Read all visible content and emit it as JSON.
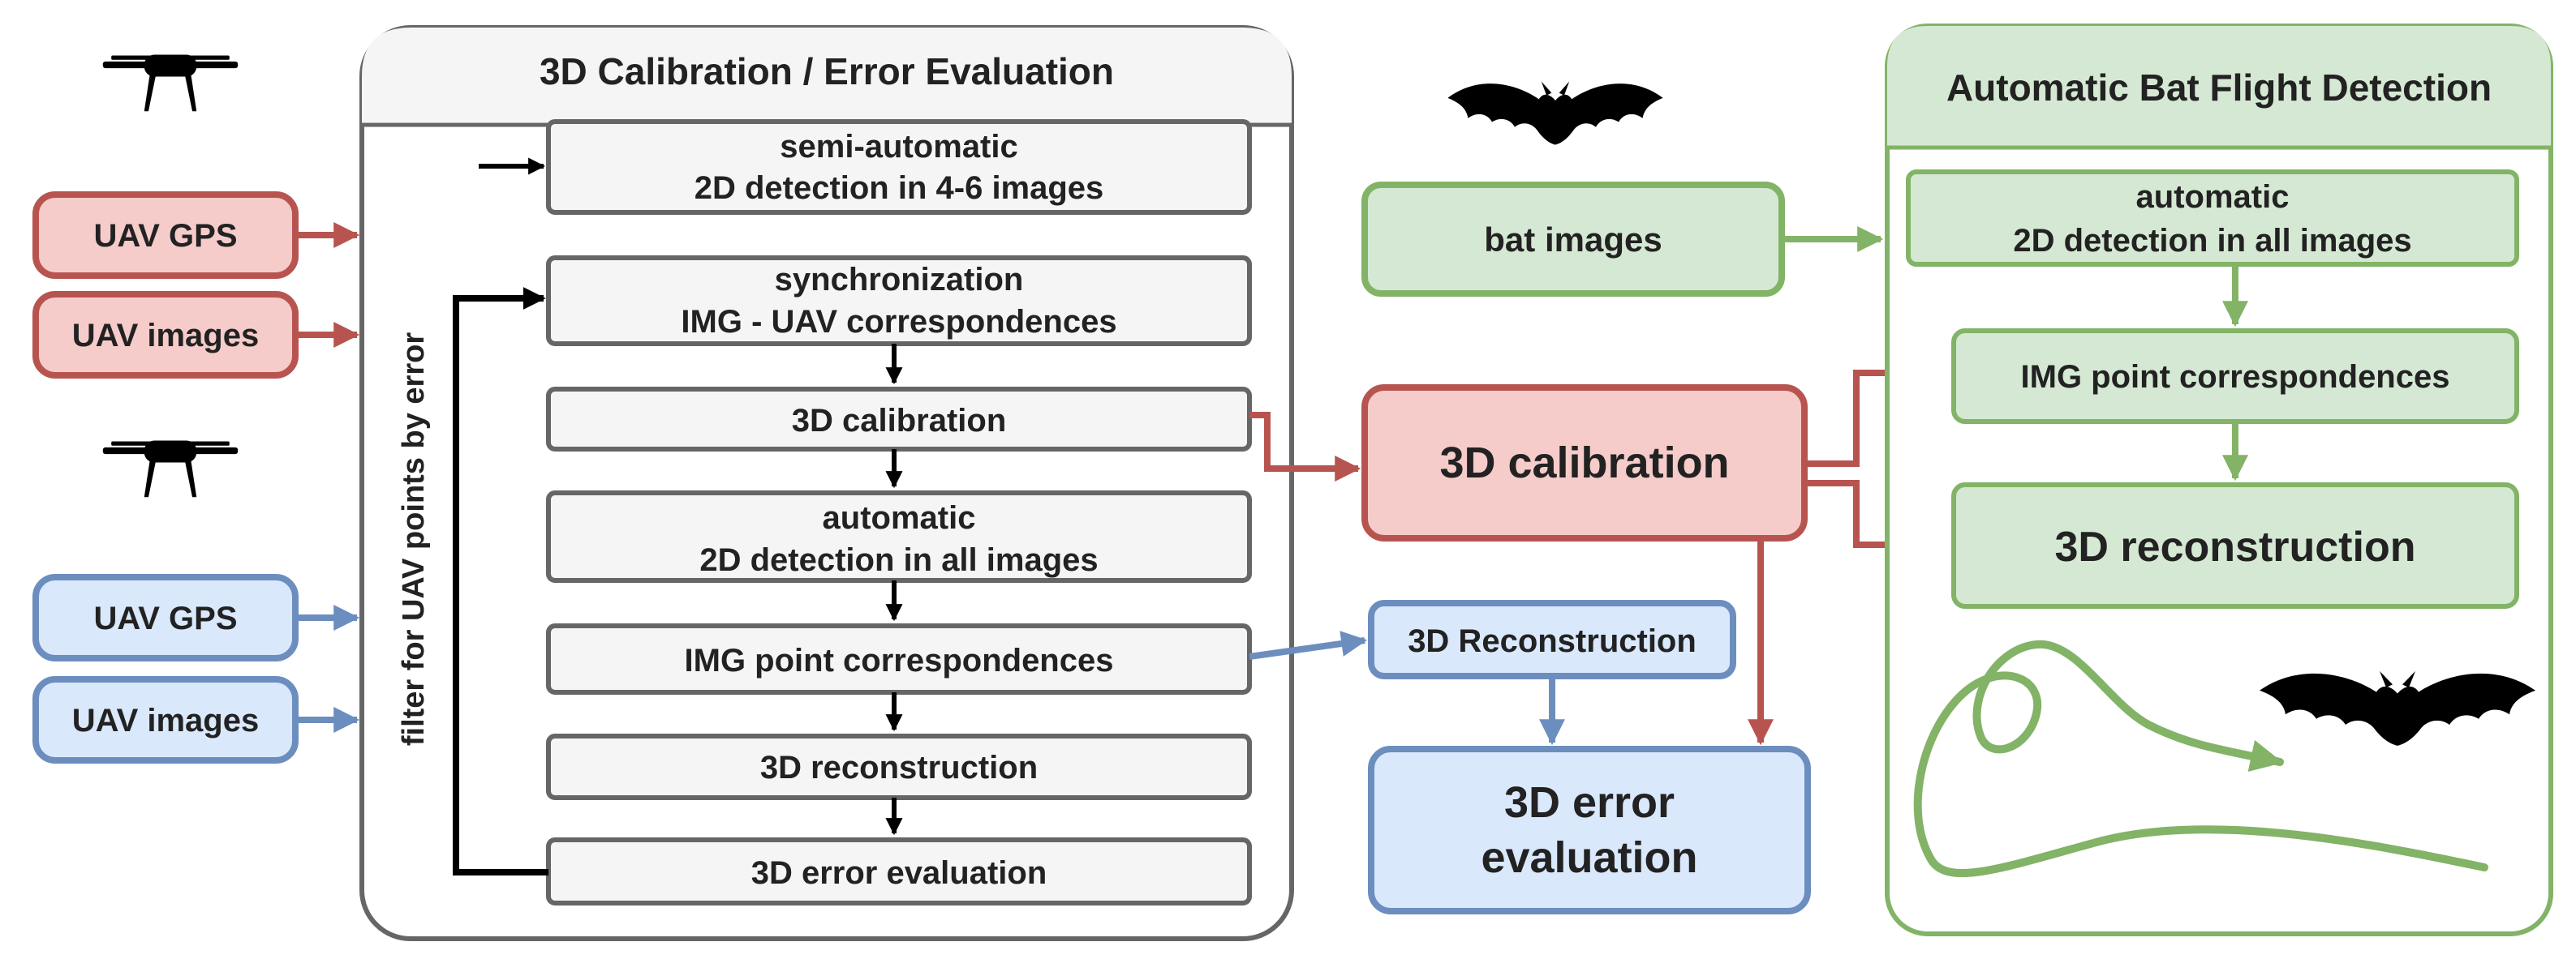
{
  "colors": {
    "red_fill": "#f6cccb",
    "red_stroke": "#b85450",
    "blue_fill": "#dae8fc",
    "blue_stroke": "#6c8ebf",
    "green_fill": "#d5e8d4",
    "green_stroke": "#82b366",
    "gray_fill": "#f5f5f5",
    "gray_stroke": "#666666",
    "black": "#000000"
  },
  "inputs": {
    "red_gps": "UAV GPS",
    "red_images": "UAV images",
    "blue_gps": "UAV GPS",
    "blue_images": "UAV images"
  },
  "left_panel": {
    "title": "3D Calibration / Error Evaluation",
    "filter_label": "filter for UAV points by error",
    "steps": [
      {
        "line1": "semi-automatic",
        "line2": "2D detection in 4-6 images"
      },
      {
        "line1": "synchronization",
        "line2": "IMG - UAV correspondences"
      },
      {
        "line1": "3D calibration",
        "line2": ""
      },
      {
        "line1": "automatic",
        "line2": "2D detection in all images"
      },
      {
        "line1": "IMG point correspondences",
        "line2": ""
      },
      {
        "line1": "3D reconstruction",
        "line2": ""
      },
      {
        "line1": "3D error evaluation",
        "line2": ""
      }
    ]
  },
  "middle": {
    "bat_images": "bat images",
    "calibration": "3D calibration",
    "reconstruction": "3D Reconstruction",
    "error_line1": "3D error",
    "error_line2": "evaluation"
  },
  "right_panel": {
    "title": "Automatic Bat Flight Detection",
    "detection_line1": "automatic",
    "detection_line2": "2D detection in all images",
    "correspondences": "IMG point correspondences",
    "reconstruction": "3D reconstruction"
  },
  "icons": {
    "drone": "drone-icon",
    "bat": "bat-silhouette-icon",
    "trajectory": "flight-trajectory-icon"
  }
}
